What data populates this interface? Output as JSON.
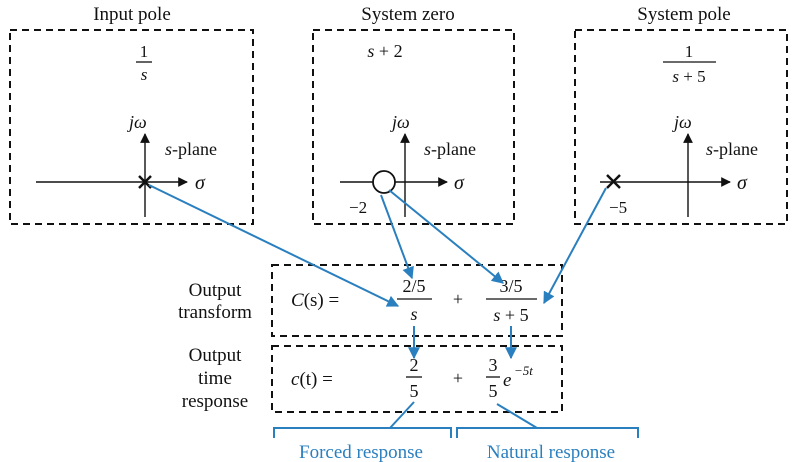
{
  "panels": {
    "input": {
      "title": "Input pole",
      "fraction_num": "1",
      "fraction_den": "s",
      "axis_v": "jω",
      "plane_s": "s",
      "plane_rest": "-plane",
      "axis_h": "σ"
    },
    "zero": {
      "title": "System zero",
      "expr_s": "s",
      "expr_rest": " + 2",
      "axis_v": "jω",
      "plane_s": "s",
      "plane_rest": "-plane",
      "axis_h": "σ",
      "tick_label": "−2"
    },
    "pole": {
      "title": "System pole",
      "fraction_num": "1",
      "fraction_den_s": "s",
      "fraction_den_rest": " + 5",
      "axis_v": "jω",
      "plane_s": "s",
      "plane_rest": "-plane",
      "axis_h": "σ",
      "tick_label": "−5"
    }
  },
  "transform": {
    "label_line1": "Output",
    "label_line2": "transform",
    "lhs_c": "C",
    "lhs_paren": "(s) =",
    "term1_num": "2/5",
    "term1_den": "s",
    "plus": "+",
    "term2_num": "3/5",
    "term2_den_s": "s",
    "term2_den_rest": " + 5"
  },
  "time": {
    "label_line1": "Output",
    "label_line2": "time",
    "label_line3": "response",
    "lhs_c": "c",
    "lhs_paren": "(t) =",
    "term1_num": "2",
    "term1_den": "5",
    "plus": "+",
    "term2_num": "3",
    "term2_den": "5",
    "exp_base": "e",
    "exp_power": "−5t"
  },
  "responses": {
    "forced": "Forced response",
    "natural": "Natural response"
  },
  "colors": {
    "arrow": "#2a7fbf",
    "text_blue": "#2a7fbf",
    "line": "#111111"
  }
}
